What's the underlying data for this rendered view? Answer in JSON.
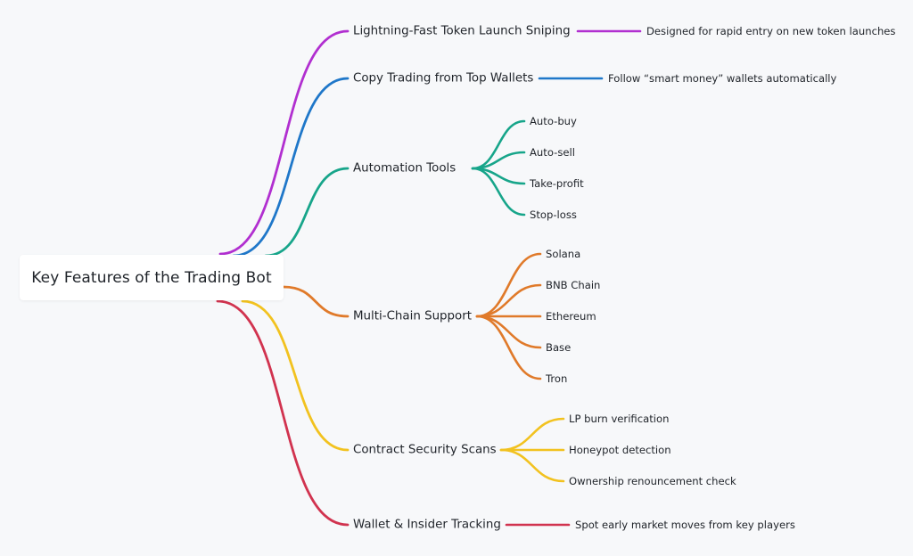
{
  "mindmap": {
    "root": "Key Features of the Trading Bot",
    "branches": [
      {
        "label": "Lightning-Fast Token Launch Sniping",
        "color": "#b12fd0",
        "children": [
          "Designed for rapid entry on new token launches"
        ]
      },
      {
        "label": "Copy Trading from Top Wallets",
        "color": "#1f77c9",
        "children": [
          "Follow “smart money” wallets automatically"
        ]
      },
      {
        "label": "Automation Tools",
        "color": "#17a58a",
        "children": [
          "Auto-buy",
          "Auto-sell",
          "Take-profit",
          "Stop-loss"
        ]
      },
      {
        "label": "Multi-Chain Support",
        "color": "#e07a2a",
        "children": [
          "Solana",
          "BNB Chain",
          "Ethereum",
          "Base",
          "Tron"
        ]
      },
      {
        "label": "Contract Security Scans",
        "color": "#f2c21f",
        "children": [
          "LP burn verification",
          "Honeypot detection",
          "Ownership renouncement check"
        ]
      },
      {
        "label": "Wallet & Insider Tracking",
        "color": "#d1334f",
        "children": [
          "Spot early market moves from key players"
        ]
      }
    ]
  }
}
